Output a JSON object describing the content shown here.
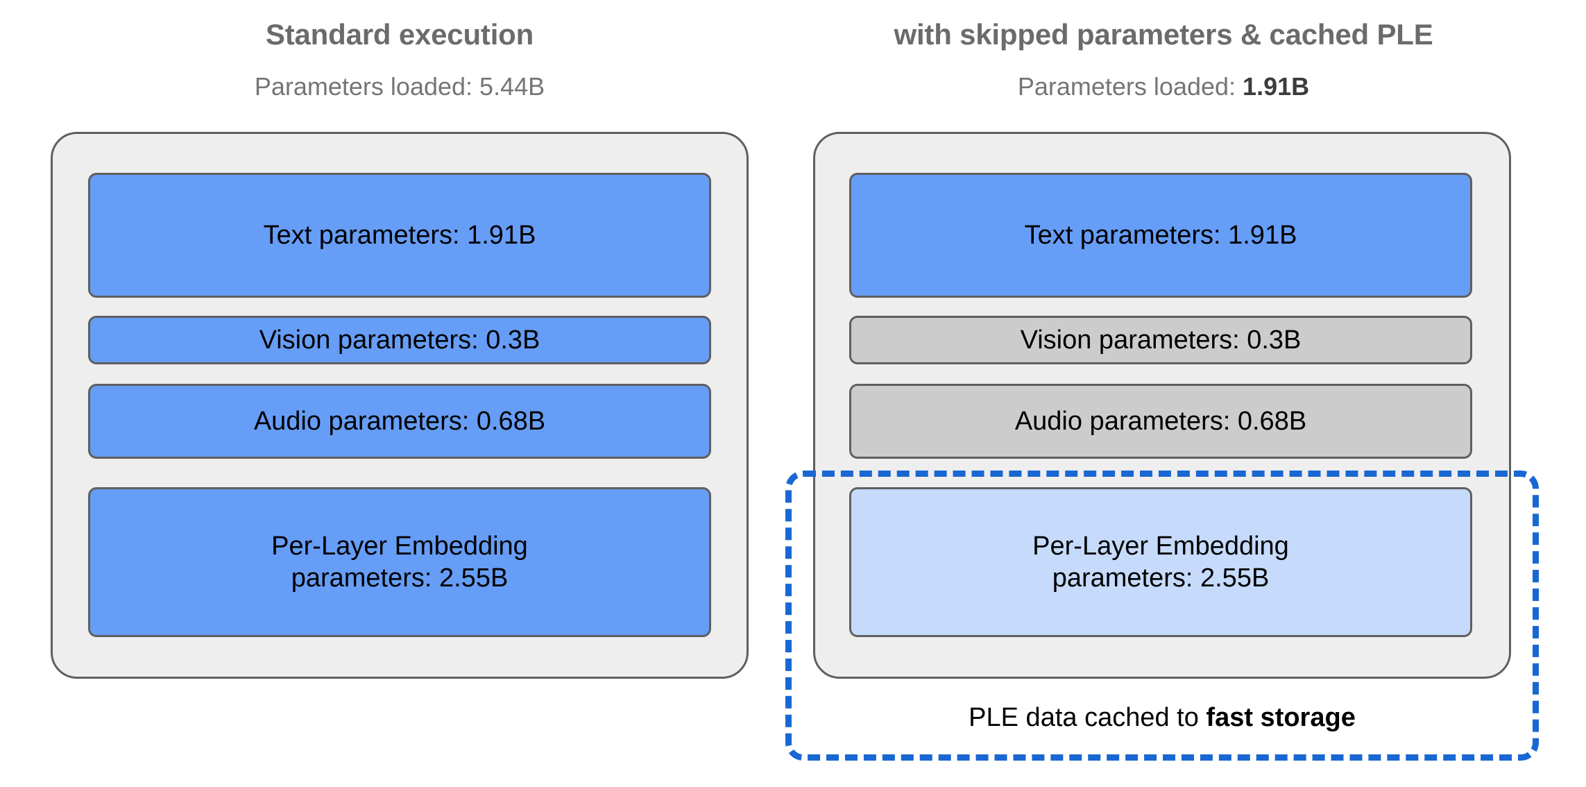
{
  "figure": {
    "type": "diagram",
    "description": "Two-column comparison of model parameter loading: standard execution versus skipped parameters with cached Per-Layer Embeddings."
  },
  "columns": [
    {
      "id": "standard",
      "title": "Standard execution",
      "subtitle_prefix": "Parameters loaded: ",
      "subtitle_value": "5.44B",
      "subtitle_value_bold": false,
      "blocks": [
        {
          "label": "Text parameters: 1.91B",
          "value": "1.91B",
          "state": "loaded",
          "color": "#669df6"
        },
        {
          "label": "Vision parameters: 0.3B",
          "value": "0.3B",
          "state": "loaded",
          "color": "#669df6"
        },
        {
          "label": "Audio parameters: 0.68B",
          "value": "0.68B",
          "state": "loaded",
          "color": "#669df6"
        },
        {
          "label_line1": "Per-Layer Embedding",
          "label_line2": "parameters: 2.55B",
          "value": "2.55B",
          "state": "loaded",
          "color": "#669df6"
        }
      ]
    },
    {
      "id": "optimized",
      "title": "with skipped parameters & cached PLE",
      "subtitle_prefix": "Parameters loaded: ",
      "subtitle_value": "1.91B",
      "subtitle_value_bold": true,
      "blocks": [
        {
          "label": "Text parameters: 1.91B",
          "value": "1.91B",
          "state": "loaded",
          "color": "#669df6"
        },
        {
          "label": "Vision parameters: 0.3B",
          "value": "0.3B",
          "state": "skipped",
          "color": "#cccccc"
        },
        {
          "label": "Audio parameters: 0.68B",
          "value": "0.68B",
          "state": "skipped",
          "color": "#cccccc"
        },
        {
          "label_line1": "Per-Layer Embedding",
          "label_line2": "parameters: 2.55B",
          "value": "2.55B",
          "state": "cached",
          "color": "#c6dafc"
        }
      ],
      "cache_caption_prefix": "PLE data cached to ",
      "cache_caption_bold": "fast storage"
    }
  ],
  "colors": {
    "loaded_blue": "#669df6",
    "skipped_gray": "#cccccc",
    "cached_light_blue": "#c6dafc",
    "panel_background": "#eeeeee",
    "panel_border": "#5f5f5f",
    "dashed_accent": "#1967d2",
    "title_text": "#6b6b6b",
    "subtitle_text": "#757575"
  }
}
